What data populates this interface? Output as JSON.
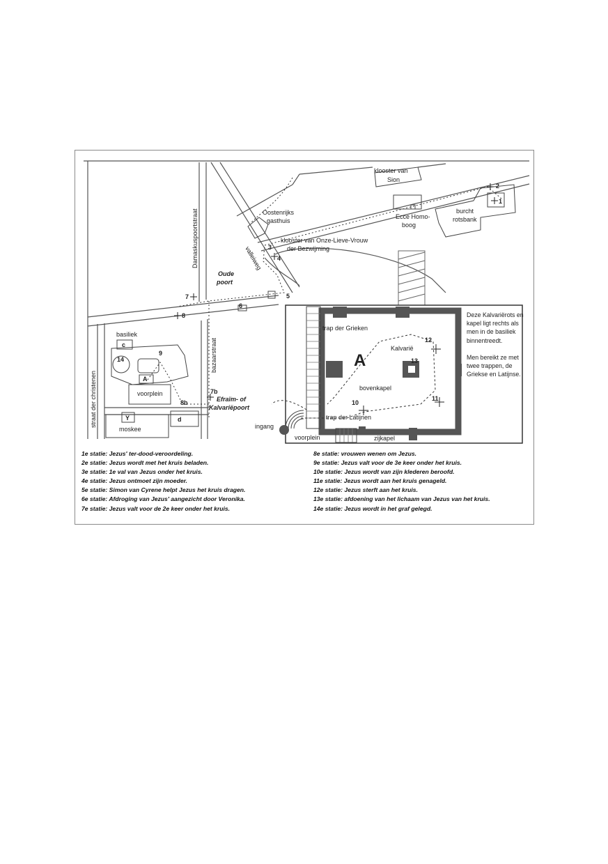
{
  "map": {
    "streets": {
      "damaskuspoortstraat": "Damaskuspoortstraat",
      "valleiweg": "valleiweg",
      "bazaarstraat": "bazaarstraat",
      "straat_der_christenen": "straat der christenen"
    },
    "places": {
      "klooster_van_sion": [
        "klooster van",
        "Sion"
      ],
      "oostenrijks_gasthuis": [
        "Oostenrijks",
        "gasthuis"
      ],
      "ecce_homo_boog": [
        "Ecce Homo-",
        "boog"
      ],
      "burcht_rotsbank": [
        "burcht",
        "rotsbank"
      ],
      "klooster_bezwijming": [
        "klooster van Onze-Lieve-Vrouw",
        "der Bezwijming"
      ],
      "oude_poort": [
        "Oude",
        "poort"
      ],
      "efraim_poort": [
        "Efraïm- of",
        "Kalvariëpoort"
      ],
      "basiliek": "basiliek",
      "voorplein": "voorplein",
      "moskee": "moskee"
    },
    "markers": {
      "c": "c",
      "A": "A",
      "d": "d",
      "y": "Y",
      "s1": "1",
      "s2": "2",
      "s3": "3",
      "s4": "4",
      "s5": "5",
      "s6": "6",
      "s7": "7",
      "s7b": "7b",
      "s8": "8",
      "s8b": "8b",
      "s9": "9",
      "s14": "14"
    },
    "inset": {
      "big_a": "A",
      "trap_grieken": "trap der Grieken",
      "kalvarie": "Kalvarië",
      "bovenkapel": "bovenkapel",
      "trap_latijnen": "trap der Latijnen",
      "ingang": "ingang",
      "voorplein": "voorplein",
      "zijkapel": "zijkapel",
      "s10": "10",
      "s11": "11",
      "s12": "12",
      "s13": "13"
    },
    "note": {
      "p1": "Deze Kalvariërots en kapel ligt rechts als men in de basiliek binnentreedt.",
      "p2": "Men bereikt ze met twee trappen, de Griekse en Latijnse."
    }
  },
  "legend": {
    "left": [
      "1e statie: Jezus' ter-dood-veroordeling.",
      "2e statie: Jezus wordt met het kruis beladen.",
      "3e statie: 1e val van Jezus onder het kruis.",
      "4e statie: Jezus ontmoet zijn moeder.",
      "5e statie: Simon van Cyrene helpt Jezus het kruis dragen.",
      "6e statie: Afdroging van Jezus' aangezicht door Veronika.",
      "7e statie: Jezus valt voor de 2e keer onder het kruis."
    ],
    "right": [
      "8e statie: vrouwen wenen om Jezus.",
      "9e statie: Jezus valt voor de 3e keer onder het kruis.",
      "10e statie: Jezus wordt van zijn klederen beroofd.",
      "11e statie: Jezus wordt aan het kruis genageld.",
      "12e statie: Jezus sterft aan het kruis.",
      "13e statie: afdoening van het lichaam van Jezus van het kruis.",
      "14e statie: Jezus wordt in het graf gelegd."
    ]
  }
}
